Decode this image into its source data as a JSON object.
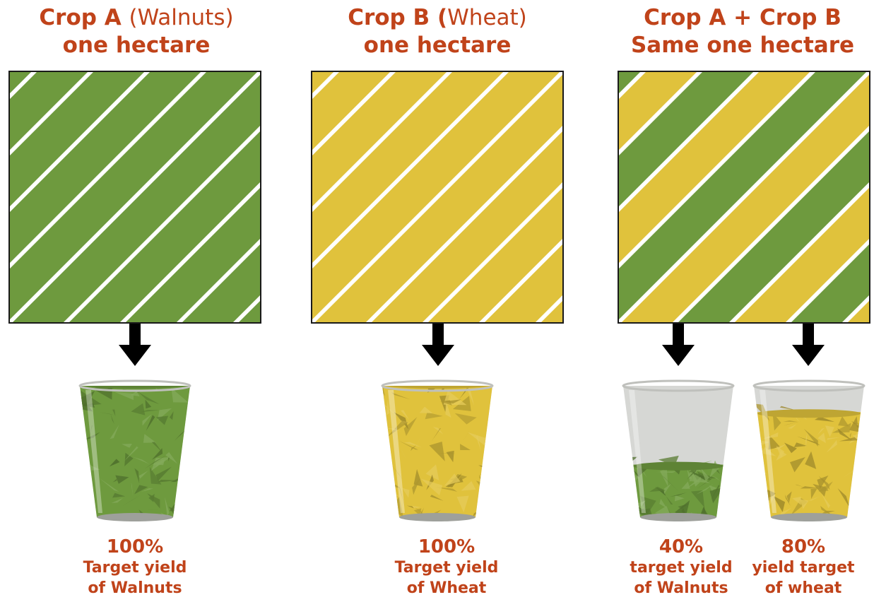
{
  "panels": [
    {
      "title_bold": "Crop A",
      "title_light": "(Walnuts)",
      "title_line2": "one hectare",
      "field_colors": [
        "#6e9a3e"
      ],
      "cups": [
        {
          "fill": 1.0,
          "color": "#6e9a3e",
          "percent": "100%",
          "line1": "Target yield",
          "line2": "of Walnuts"
        }
      ]
    },
    {
      "title_bold": "Crop B (",
      "title_light": "Wheat)",
      "title_line2": "one hectare",
      "field_colors": [
        "#e0c23c"
      ],
      "cups": [
        {
          "fill": 1.0,
          "color": "#e0c23c",
          "percent": "100%",
          "line1": "Target yield",
          "line2": "of Wheat"
        }
      ]
    },
    {
      "title_bold": "Crop A + Crop B",
      "title_light": "",
      "title_line2": "Same one hectare",
      "field_colors": [
        "#6e9a3e",
        "#e0c23c"
      ],
      "cups": [
        {
          "fill": 0.4,
          "color": "#6e9a3e",
          "percent": "40%",
          "line1": "target yield",
          "line2": "of Walnuts"
        },
        {
          "fill": 0.8,
          "color": "#e0c23c",
          "percent": "80%",
          "line1": "yield target",
          "line2": "of wheat"
        }
      ]
    }
  ],
  "colors": {
    "title": "#c0431a",
    "green": "#6e9a3e",
    "yellow": "#e0c23c",
    "cup_glass": "#d6d7d4"
  }
}
